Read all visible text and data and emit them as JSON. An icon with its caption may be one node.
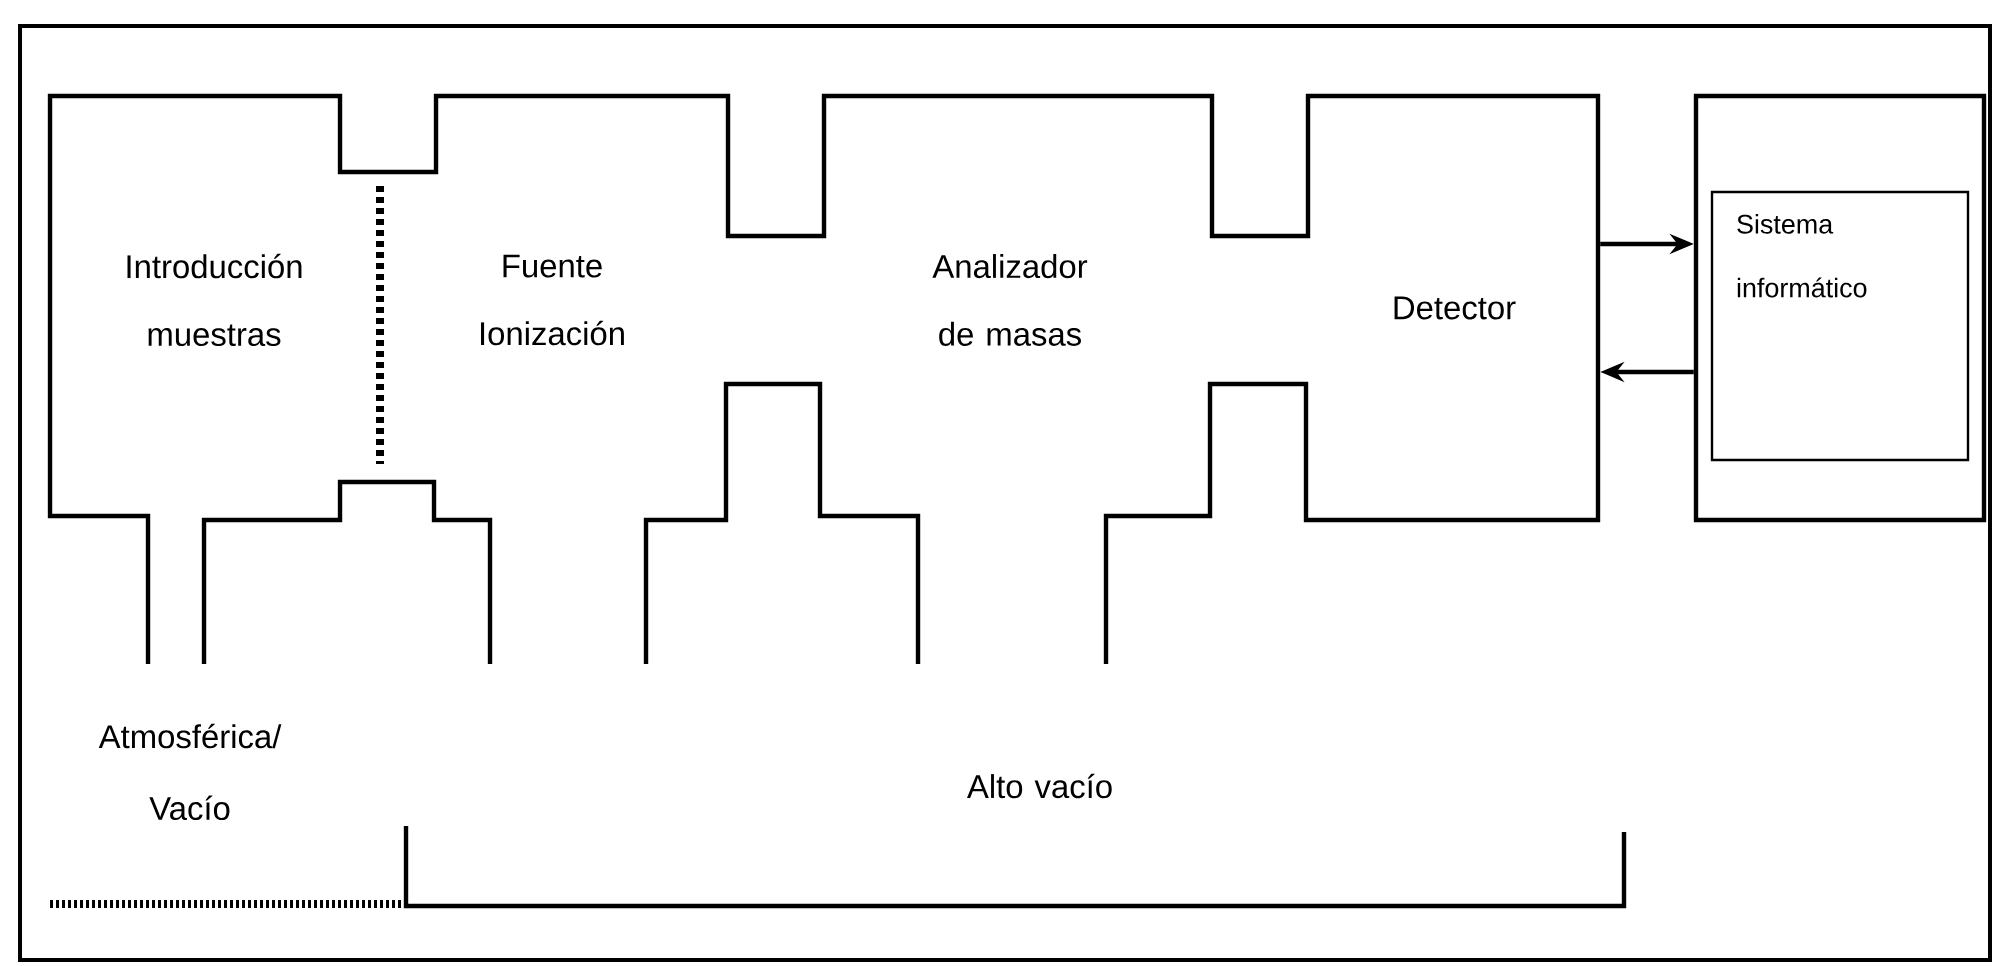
{
  "diagram": {
    "nodes": [
      {
        "text": [
          "Introducción muestras"
        ]
      },
      {
        "text": [
          "Fuente Ionización"
        ]
      },
      {
        "text": [
          "Analizador de masas"
        ]
      },
      {
        "text": [
          "Detector"
        ]
      },
      {
        "text": [],
        "shape": "box"
      },
      {
        "text": [
          "Sistema informático"
        ],
        "in": 4
      }
    ],
    "edges": [
      {
        "from": 3,
        "to": 4,
        "arrow": "to"
      },
      {
        "from": 4,
        "to": 3,
        "arrow": "to"
      }
    ],
    "labels": [
      "Atmosférica/ Vacío",
      "Alto vacío"
    ]
  }
}
